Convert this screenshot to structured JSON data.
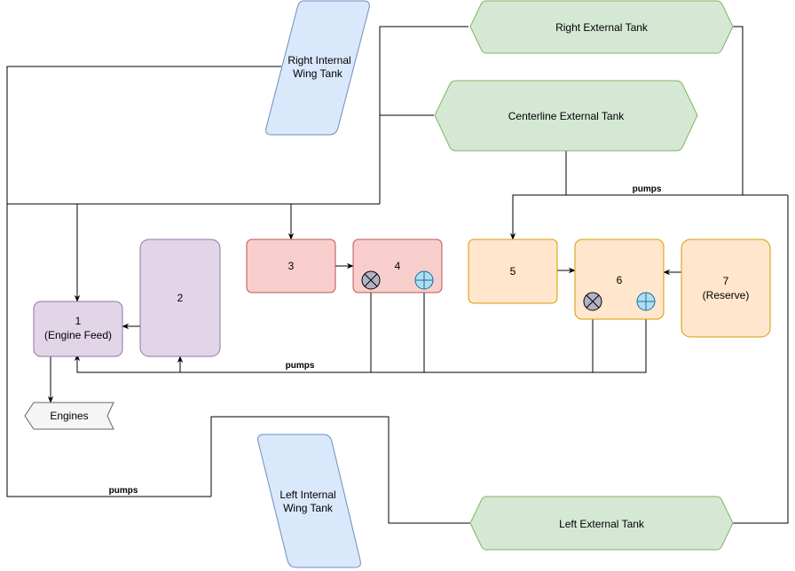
{
  "tanks": {
    "right_internal_wing": {
      "line1": "Right Internal",
      "line2": "Wing Tank"
    },
    "left_internal_wing": {
      "line1": "Left Internal",
      "line2": "Wing Tank"
    },
    "right_external": {
      "label": "Right External Tank"
    },
    "centerline_external": {
      "label": "Centerline External Tank"
    },
    "left_external": {
      "label": "Left External Tank"
    },
    "tank1": {
      "line1": "1",
      "line2": "(Engine Feed)"
    },
    "tank2": {
      "label": "2"
    },
    "tank3": {
      "label": "3"
    },
    "tank4": {
      "label": "4"
    },
    "tank5": {
      "label": "5"
    },
    "tank6": {
      "label": "6"
    },
    "tank7": {
      "line1": "7",
      "line2": "(Reserve)"
    },
    "engines": {
      "label": "Engines"
    }
  },
  "pump_labels": {
    "top": "pumps",
    "middle": "pumps",
    "bottom": "pumps"
  },
  "colors": {
    "purple_fill": "#e1d5e7",
    "purple_stroke": "#9673a6",
    "red_fill": "#f8cecc",
    "red_stroke": "#b85450",
    "orange_fill": "#ffe6cc",
    "orange_stroke": "#d79b00",
    "green_fill": "#d5e8d4",
    "green_stroke": "#82b366",
    "blue_fill": "#dae8fc",
    "blue_stroke": "#6c8ebf",
    "valve_gray": "#b3b3c3",
    "valve_cyan": "#b1ddf0"
  }
}
